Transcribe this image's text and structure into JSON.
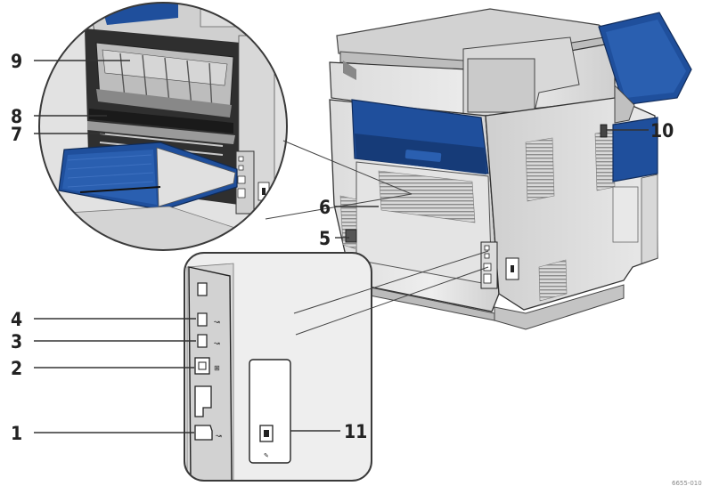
{
  "figure": {
    "figure_id": "6655-010",
    "colors": {
      "blue": "#1f4f9c",
      "blue_dark": "#163b78",
      "body_light": "#e6e6e6",
      "body_mid": "#cfcfcf",
      "body_dark": "#9a9a9a",
      "outline": "#2b2b2b"
    },
    "callouts": [
      {
        "id": "c1",
        "label": "1"
      },
      {
        "id": "c2",
        "label": "2"
      },
      {
        "id": "c3",
        "label": "3"
      },
      {
        "id": "c4",
        "label": "4"
      },
      {
        "id": "c5",
        "label": "5"
      },
      {
        "id": "c6",
        "label": "6"
      },
      {
        "id": "c7",
        "label": "7"
      },
      {
        "id": "c8",
        "label": "8"
      },
      {
        "id": "c9",
        "label": "9"
      },
      {
        "id": "c10",
        "label": "10"
      },
      {
        "id": "c11",
        "label": "11"
      }
    ]
  }
}
